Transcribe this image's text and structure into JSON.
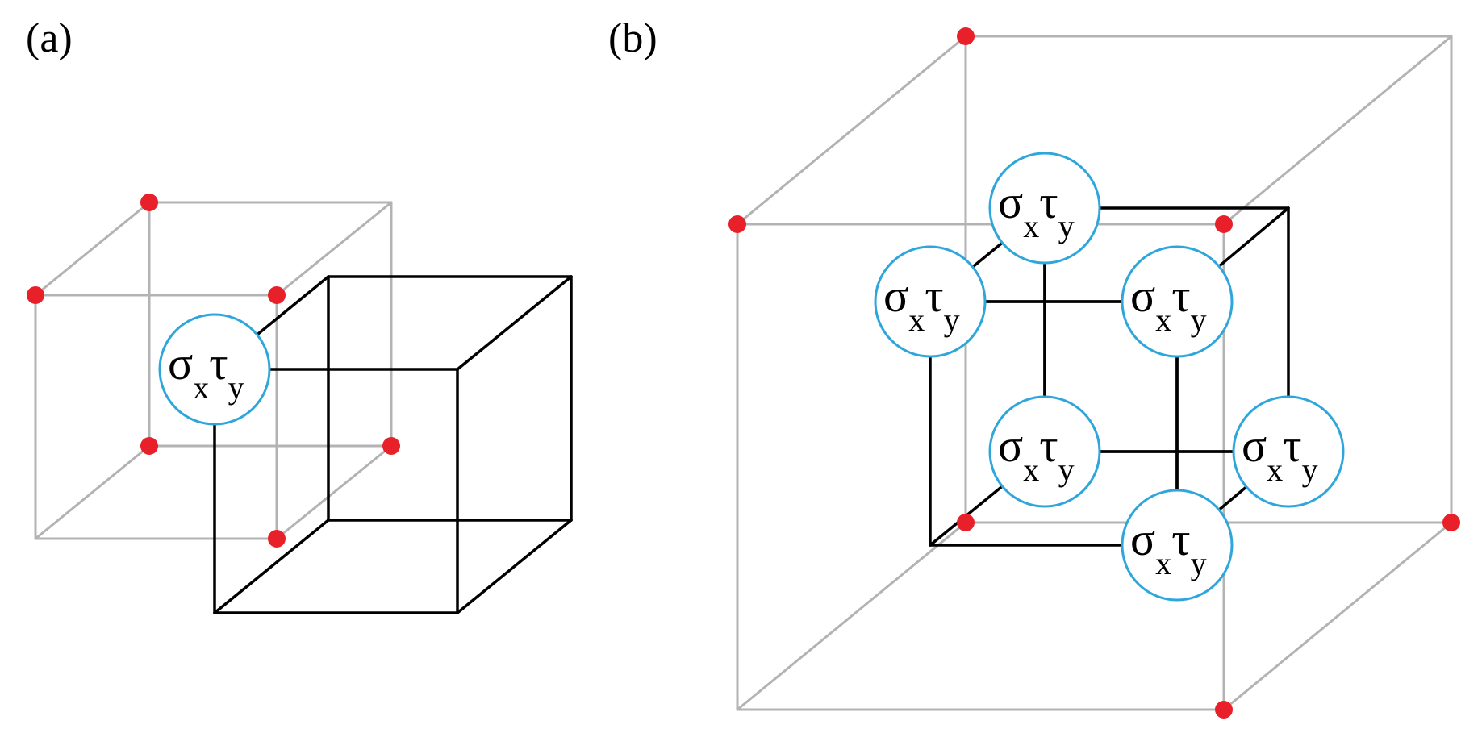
{
  "panels": {
    "a": {
      "label": "(a)"
    },
    "b": {
      "label": "(b)"
    }
  },
  "node": {
    "sigma": "σ",
    "sigma_sub": "x",
    "tau": "τ",
    "tau_sub": "y"
  },
  "colors": {
    "outer_cube": "#b3b3b3",
    "inner_cube": "#000000",
    "vertex_dot": "#e8202a",
    "node_ring": "#2ea6dc"
  },
  "counts": {
    "panel_a_nodes": 1,
    "panel_b_nodes": 6
  }
}
